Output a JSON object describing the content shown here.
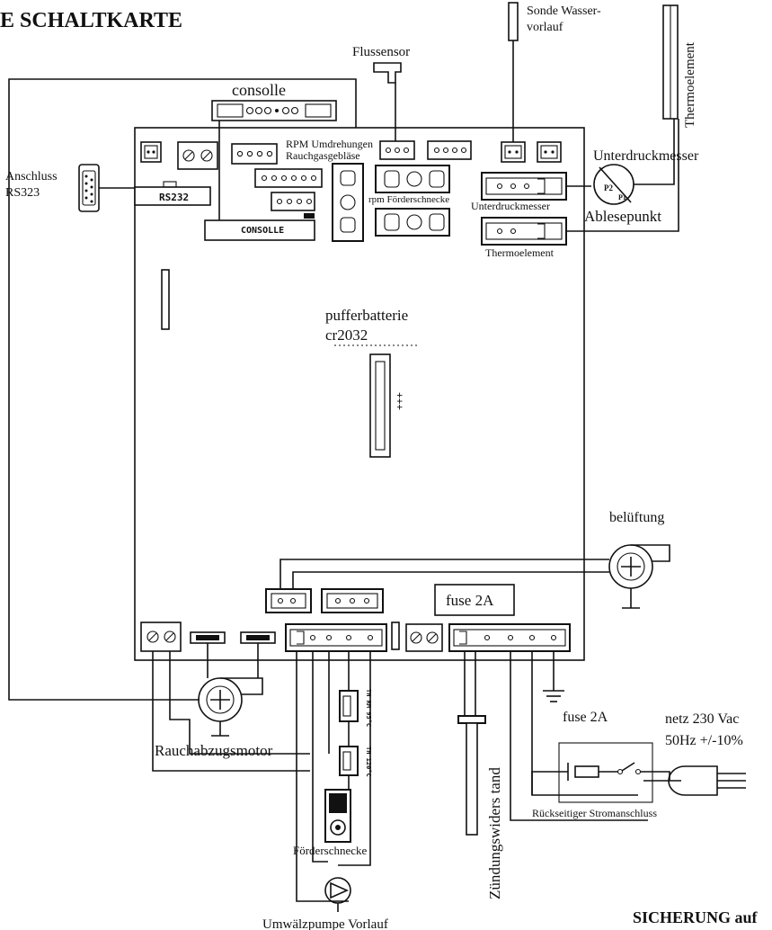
{
  "title": "E SCHALTKARTE",
  "labels": {
    "consolle": "consolle",
    "consolle_board": "CONSOLLE",
    "flussensor": "Flussensor",
    "sonde_line1": "Sonde Wasser-",
    "sonde_line2": "vorlauf",
    "thermoelement_probe": "Thermoelement",
    "rpm_line1": "RPM Umdrehungen",
    "rpm_line2": "Rauchgasgebläse",
    "rpm_foerder": "rpm Förderschnecke",
    "unterdruckmesser_port": "Unterdruckmesser",
    "unterdruckmesser": "Unterdruckmesser",
    "ablesepunkt": "Ablesepunkt",
    "p2": "P2",
    "p1": "P1",
    "thermoelement_port": "Thermoelement",
    "anschluss_line1": "Anschluss",
    "anschluss_line2": "RS323",
    "rs232": "RS232",
    "pufferbatterie_line1": "pufferbatterie",
    "pufferbatterie_line2": "cr2032",
    "plus": "+++",
    "belueftung": "belüftung",
    "fuse_board": "fuse 2A",
    "fuse_external": "fuse 2A",
    "rauchabzugsmotor": "Rauchabzugsmotor",
    "thermostat_1": "TH RM 95°C",
    "thermostat_2": "TH 120°C",
    "foerderschnecke": "Förderschnecke",
    "umwaelzpumpe": "Umwälzpumpe Vorlauf",
    "zuendung": "Zündungswiders tand",
    "netz_line1": "netz 230 Vac",
    "netz_line2": "50Hz +/-10%",
    "stromanschluss": "Rückseitiger Stromanschluss",
    "sicherung": "SICHERUNG auf"
  }
}
